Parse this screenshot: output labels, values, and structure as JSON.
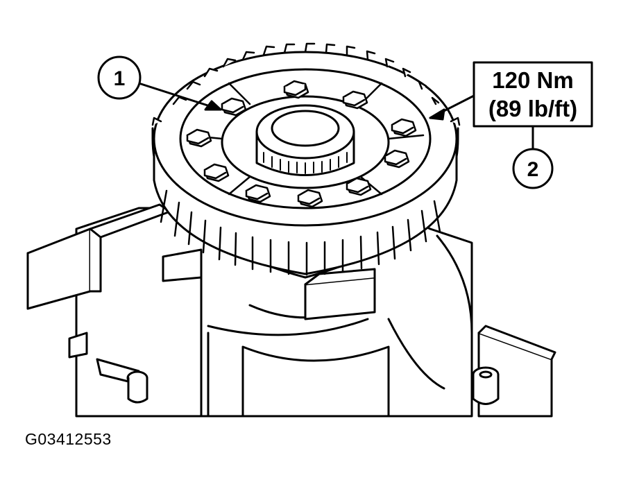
{
  "callouts": {
    "one": "1",
    "two": "2"
  },
  "torque_spec": {
    "metric": "120 Nm",
    "imperial": "(89 lb/ft)"
  },
  "figure_id": "G03412553",
  "colors": {
    "line": "#000000",
    "background": "#ffffff"
  }
}
